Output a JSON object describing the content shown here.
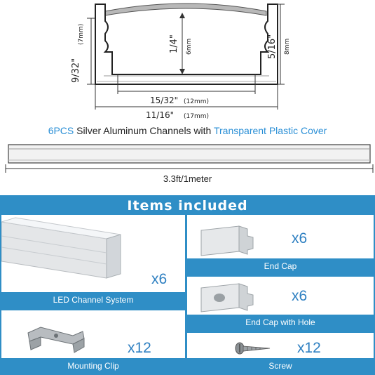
{
  "diagram": {
    "height_outer": "9/32\"",
    "height_outer_mm": "(7mm)",
    "height_inner": "1/4\"",
    "height_inner_mm": "6mm",
    "height_right": "5/16\"",
    "height_right_mm": "8mm",
    "width_inner": "15/32\"",
    "width_inner_mm": "(12mm)",
    "width_outer": "11/16\"",
    "width_outer_mm": "(17mm)"
  },
  "headline": {
    "count": "6PCS",
    "middle": " Silver Aluminum Channels with ",
    "cover": "Transparent Plastic Cover"
  },
  "length": "3.3ft/1meter",
  "items": {
    "title": "Items included",
    "list": [
      {
        "label": "LED Channel System",
        "count": "x6"
      },
      {
        "label": "End Cap",
        "count": "x6"
      },
      {
        "label": "End Cap with Hole",
        "count": "x6"
      },
      {
        "label": "Mounting Clip",
        "count": "x12"
      },
      {
        "label": "Screw",
        "count": "x12"
      }
    ]
  },
  "colors": {
    "accent": "#2f8ec6",
    "headline_blue": "#2a8fd6",
    "count_blue": "#2d7fc1"
  }
}
